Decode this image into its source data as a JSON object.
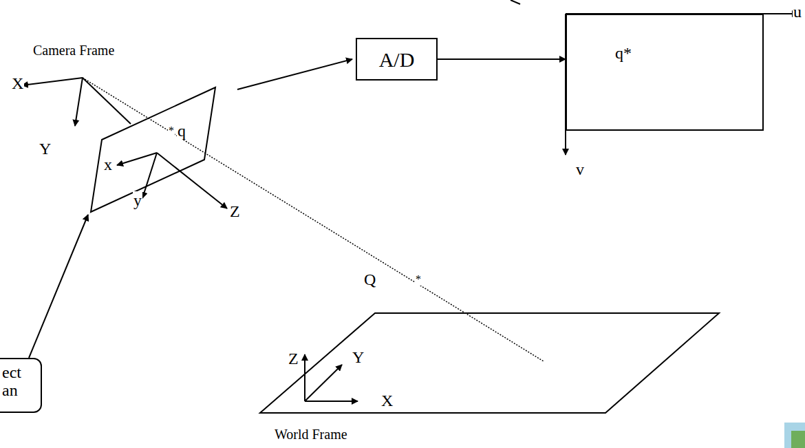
{
  "diagram": {
    "nodes": [
      {
        "text": [
          "A/D"
        ]
      },
      {
        "text": [
          "q*"
        ]
      },
      {
        "text": [
          "ect an"
        ]
      }
    ],
    "edges": [
      {
        "from": 0,
        "to": 1,
        "arrow": "to"
      }
    ],
    "labels": [
      "Camera Frame",
      "X",
      "Y",
      "x",
      "y",
      "Z",
      "*",
      "q",
      "u",
      "v",
      "Q",
      "*",
      "Z",
      "Y",
      "X",
      "World Frame"
    ]
  }
}
